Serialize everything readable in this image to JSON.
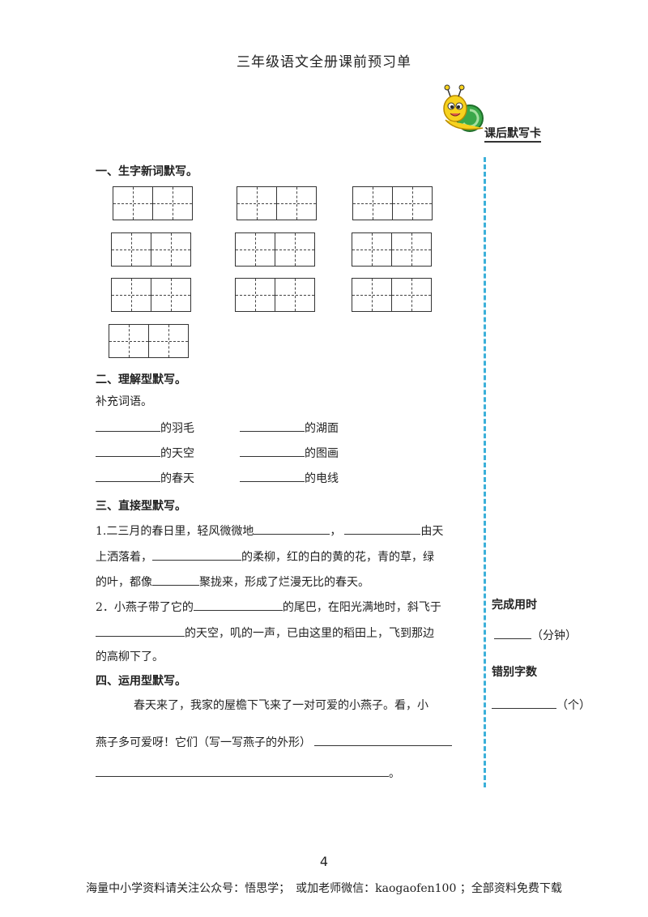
{
  "page": {
    "title": "三年级语文全册课前预习单",
    "card_label": "课后默写卡",
    "page_number": "4",
    "footer": "海量中小学资料请关注公众号：悟思学；　或加老师微信：kaogaofen100 ；全部资料免费下载"
  },
  "sections": {
    "s1": {
      "heading": "一、生字新词默写。"
    },
    "s2": {
      "heading": "二、理解型默写。",
      "instruction": "补充词语。",
      "items": [
        "的羽毛",
        "的湖面",
        "的天空",
        "的图画",
        "的春天",
        "的电线"
      ]
    },
    "s3": {
      "heading": "三、直接型默写。",
      "q1": {
        "a": "1.二三月的春日里，轻风微微地",
        "b": "，",
        "c": "由天",
        "d": "上洒落着，",
        "e": "的柔柳，红的白的黄的花，青的草，绿",
        "f": "的叶，都像",
        "g": "聚拢来，形成了烂漫无比的春天。"
      },
      "q2": {
        "a": "2．小燕子带了它的",
        "b": "的尾巴，在阳光满地时，斜飞于",
        "c": "的天空，叽的一声，已由这里的稻田上，飞到那边",
        "d": "的高柳下了。"
      }
    },
    "s4": {
      "heading": "四、运用型默写。",
      "line1": "春天来了，我家的屋檐下飞来了一对可爱的小燕子。看，小",
      "line2": "燕子多可爱呀！它们（写一写燕子的外形）",
      "end": "。"
    }
  },
  "sidebar": {
    "time_label": "完成用时",
    "time_unit": "（分钟）",
    "error_label": "错别字数",
    "error_unit": "（个）"
  }
}
